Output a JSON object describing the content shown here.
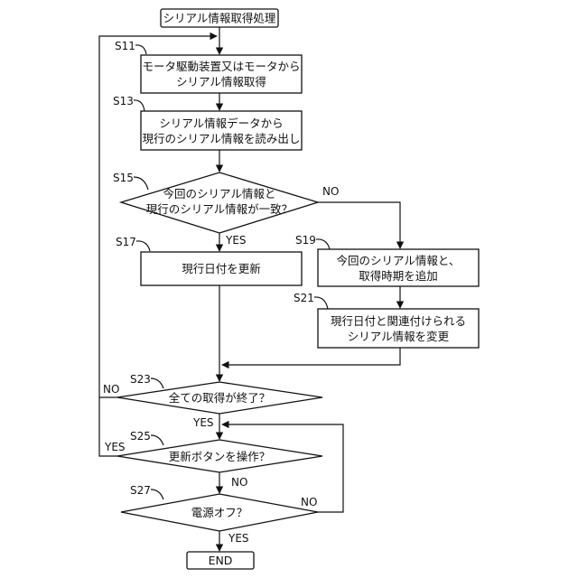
{
  "start": "シリアル情報取得処理",
  "end": "END",
  "steps": {
    "s11": {
      "label": "S11",
      "line1": "モータ駆動装置又はモータから",
      "line2": "シリアル情報取得"
    },
    "s13": {
      "label": "S13",
      "line1": "シリアル情報データから",
      "line2": "現行のシリアル情報を読み出し"
    },
    "s15": {
      "label": "S15",
      "line1": "今回のシリアル情報と",
      "line2": "現行のシリアル情報が一致？"
    },
    "s17": {
      "label": "S17",
      "text": "現行日付を更新"
    },
    "s19": {
      "label": "S19",
      "line1": "今回のシリアル情報と、",
      "line2": "取得時期を追加"
    },
    "s21": {
      "label": "S21",
      "line1": "現行日付と関連付けられる",
      "line2": "シリアル情報を変更"
    },
    "s23": {
      "label": "S23",
      "text": "全ての取得が終了？"
    },
    "s25": {
      "label": "S25",
      "text": "更新ボタンを操作？"
    },
    "s27": {
      "label": "S27",
      "text": "電源オフ？"
    }
  },
  "branches": {
    "s15_no": "NO",
    "s15_yes": "YES",
    "s23_no": "NO",
    "s23_yes": "YES",
    "s25_yes": "YES",
    "s25_no": "NO",
    "s27_no": "NO",
    "s27_yes": "YES"
  }
}
